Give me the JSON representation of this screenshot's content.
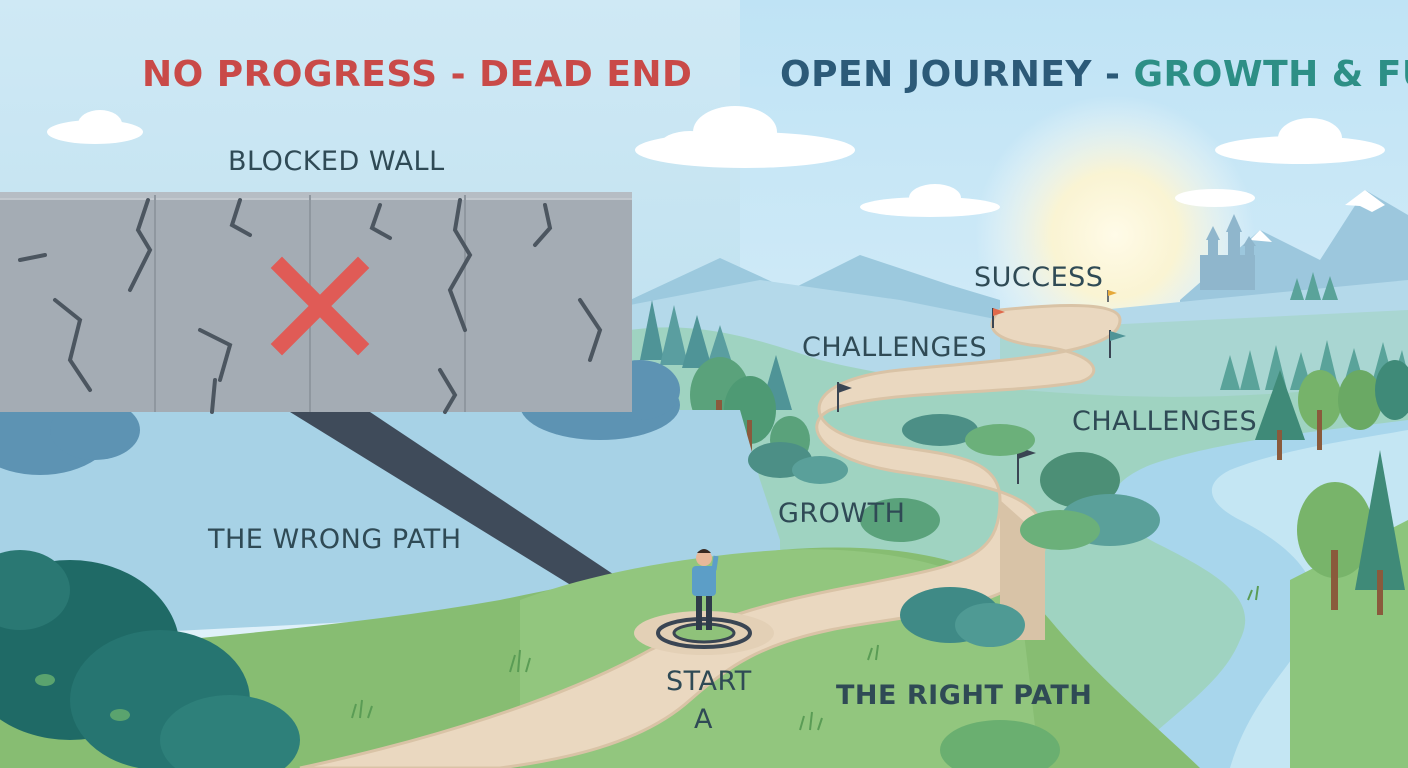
{
  "titles": {
    "left": "NO PROGRESS - DEAD END",
    "right_part1": "OPEN JOURNEY - ",
    "right_part2": "GROWTH & FUTURE"
  },
  "labels": {
    "blocked_wall": "BLOCKED WALL",
    "wrong_path": "THE WRONG PATH",
    "success": "SUCCESS",
    "challenges_left": "CHALLENGES",
    "challenges_right": "CHALLENGES",
    "growth": "GROWTH",
    "start": "START",
    "start_marker": "A",
    "right_path": "THE RIGHT PATH"
  },
  "icons": {
    "wall_mark": "x-mark-icon",
    "flags": "flag-icon",
    "person": "person-icon",
    "castle": "castle-icon"
  },
  "colors": {
    "dead_end_red": "#c94a48",
    "journey_blue": "#2c5a78",
    "growth_teal": "#2d8f86",
    "text_dark": "#2f4a55",
    "wall_gray": "#a3abb3",
    "x_mark": "#e05b56",
    "wrong_path": "#3f4b5a",
    "right_path": "#ead8c0",
    "river": "#9fd0e8",
    "grass": "#87bd72"
  }
}
